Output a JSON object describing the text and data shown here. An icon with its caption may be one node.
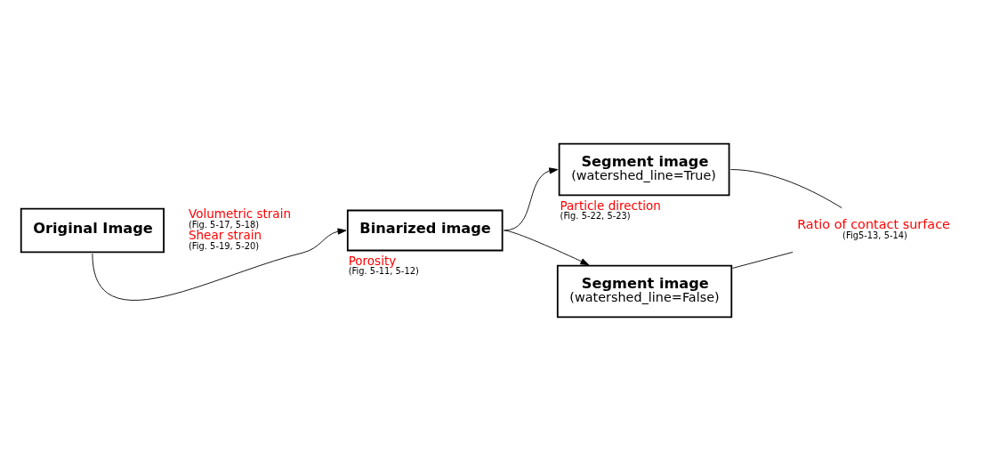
{
  "diagram": {
    "nodes": [
      {
        "text": [
          "Original Image"
        ],
        "beside": [
          "Volumetric strain",
          "(Fig. 5-17, 5-18)",
          "Shear strain",
          "(Fig. 5-19, 5-20)"
        ]
      },
      {
        "text": [
          "Binarized image"
        ],
        "beside": [
          "Porosity",
          "(Fig. 5-11, 5-12)"
        ]
      },
      {
        "text": [
          "Segment image",
          "(watershed_line=True)"
        ],
        "beside": [
          "Particle direction",
          "(Fig. 5-22, 5-23)"
        ]
      },
      {
        "text": [
          "Segment image",
          "(watershed_line=False)"
        ]
      },
      {
        "text": [
          "Ratio of contact surface",
          "(Fig5-13, 5-14)"
        ]
      }
    ],
    "edges": [
      {
        "from": 0,
        "to": 1,
        "arrow": "to"
      },
      {
        "from": 1,
        "to": 2,
        "arrow": "to"
      },
      {
        "from": 1,
        "to": 3,
        "arrow": "to"
      },
      {
        "from": 2,
        "to": 4,
        "arrow": "none"
      },
      {
        "from": 3,
        "to": 4,
        "arrow": "none"
      }
    ]
  }
}
